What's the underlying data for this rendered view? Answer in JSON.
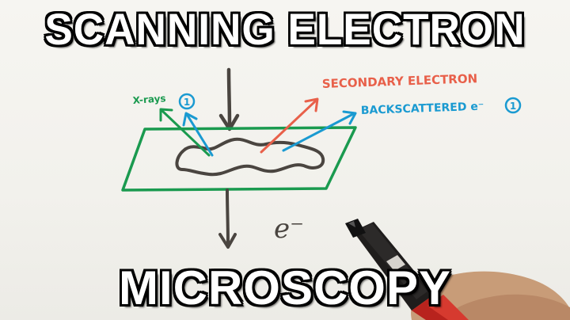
{
  "title_top": "SCANNING ELECTRON",
  "title_bottom": "MICROSCOPY",
  "labels": {
    "xrays": "X-rays",
    "xrays_badge": "1",
    "secondary": "SECONDARY ELECTRON",
    "backscattered": "BACKSCATTERED e⁻",
    "backscattered_badge": "1",
    "electron": "e⁻"
  },
  "colors": {
    "green": "#1a9a4f",
    "blue": "#1a9ad1",
    "red": "#e8604a",
    "ink": "#4a4540",
    "title_fill": "#ffffff",
    "title_outline": "#000000"
  }
}
